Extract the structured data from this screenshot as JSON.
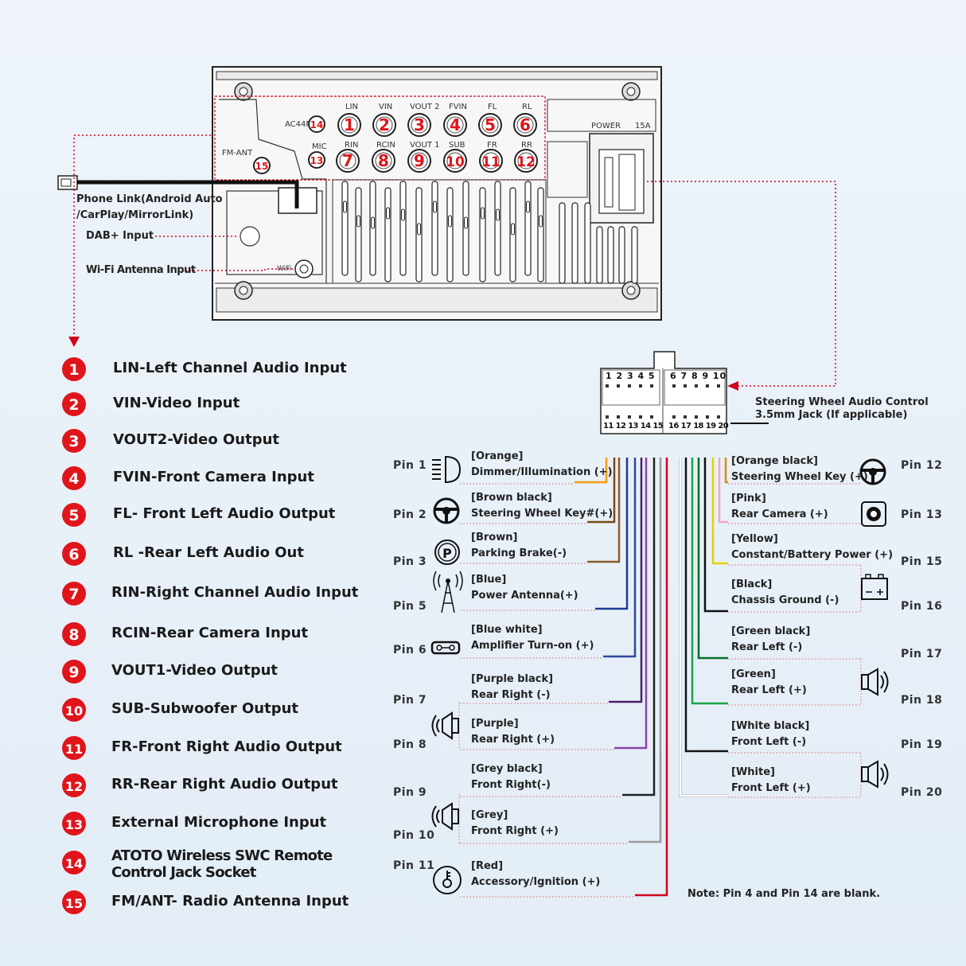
{
  "unit": {
    "lin": "LIN",
    "vin": "VIN",
    "vout2": "VOUT 2",
    "fvin": "FVIN",
    "fl": "FL",
    "rl": "RL",
    "rin": "RIN",
    "rcin": "RCIN",
    "vout1": "VOUT 1",
    "sub": "SUB",
    "fr": "FR",
    "rr": "RR",
    "ac44f": "AC44F",
    "mic": "MIC",
    "fm_ant": "FM-ANT",
    "power": "POWER",
    "fuse": "15A",
    "wifi": "WiFi"
  },
  "callouts": {
    "phone_link_1": "Phone Link(Android Auto",
    "phone_link_2": "/CarPlay/MirrorLink)",
    "dab": "DAB+ Input",
    "wifi_ant": "Wi-Fi Antenna Input",
    "swc_1": "Steering Wheel Audio Control",
    "swc_2": "3.5mm Jack (If applicable)"
  },
  "connector": {
    "top_left": "1 2 3 4 5",
    "top_right": "6 7 8 9 10",
    "bottom_left": "11 12 13 14 15",
    "bottom_right": "16 17 18 19 20"
  },
  "legend": [
    {
      "n": "1",
      "label": "LIN-Left Channel Audio Input"
    },
    {
      "n": "2",
      "label": "VIN-Video Input"
    },
    {
      "n": "3",
      "label": "VOUT2-Video Output"
    },
    {
      "n": "4",
      "label": "FVIN-Front Camera Input"
    },
    {
      "n": "5",
      "label": "FL- Front Left Audio Output"
    },
    {
      "n": "6",
      "label": "RL -Rear Left Audio Out"
    },
    {
      "n": "7",
      "label": "RIN-Right Channel Audio Input"
    },
    {
      "n": "8",
      "label": "RCIN-Rear Camera Input"
    },
    {
      "n": "9",
      "label": "VOUT1-Video Output"
    },
    {
      "n": "10",
      "label": "SUB-Subwoofer Output"
    },
    {
      "n": "11",
      "label": "FR-Front Right Audio Output"
    },
    {
      "n": "12",
      "label": "RR-Rear Right Audio Output"
    },
    {
      "n": "13",
      "label": "External Microphone Input"
    },
    {
      "n": "14",
      "label": "ATOTO Wireless SWC Remote",
      "label2": "Control Jack Socket"
    },
    {
      "n": "15",
      "label": "FM/ANT- Radio Antenna Input"
    }
  ],
  "pins_left": [
    {
      "pin": "Pin 1",
      "color_name": "[Orange]",
      "func": "Dimmer/Illumination (+)",
      "wire": "#f39c12",
      "icon": "headlight-icon"
    },
    {
      "pin": "Pin 2",
      "color_name": "[Brown black]",
      "func": "Steering Wheel Key#(+)",
      "wire": "#7a4a14",
      "icon": "steering-wheel-icon"
    },
    {
      "pin": "Pin 3",
      "color_name": "[Brown]",
      "func": "Parking Brake(-)",
      "wire": "#8b5a2b",
      "icon": "parking-brake-icon"
    },
    {
      "pin": "Pin 5",
      "color_name": "[Blue]",
      "func": "Power Antenna(+)",
      "wire": "#1f3a93",
      "icon": "antenna-icon"
    },
    {
      "pin": "Pin 6",
      "color_name": "[Blue white]",
      "func": "Amplifier Turn-on (+)",
      "wire": "#2c4a9a",
      "icon": "amplifier-icon"
    },
    {
      "pin": "Pin 7",
      "color_name": "[Purple black]",
      "func": "Rear Right (-)",
      "wire": "#4b1e6e",
      "icon": ""
    },
    {
      "pin": "Pin 8",
      "color_name": "[Purple]",
      "func": "Rear Right (+)",
      "wire": "#8e44ad",
      "icon": "speaker-icon"
    },
    {
      "pin": "Pin 9",
      "color_name": "[Grey black]",
      "func": "Front Right(-)",
      "wire": "#222222",
      "icon": ""
    },
    {
      "pin": "Pin 10",
      "color_name": "[Grey]",
      "func": "Front Right (+)",
      "wire": "#9a9a9a",
      "icon": "speaker-icon"
    },
    {
      "pin": "Pin 11",
      "color_name": "[Red]",
      "func": "Accessory/Ignition (+)",
      "wire": "#d0021b",
      "icon": "ignition-key-icon"
    }
  ],
  "pins_right": [
    {
      "pin": "Pin 12",
      "color_name": "[Orange black]",
      "func": "Steering Wheel Key (+)",
      "wire": "#e08a00",
      "icon": "steering-wheel-icon"
    },
    {
      "pin": "Pin 13",
      "color_name": "[Pink]",
      "func": "Rear Camera (+)",
      "wire": "#f4a6c0",
      "icon": "camera-icon"
    },
    {
      "pin": "Pin 15",
      "color_name": "[Yellow]",
      "func": "Constant/Battery Power (+)",
      "wire": "#e6d200",
      "icon": ""
    },
    {
      "pin": "Pin 16",
      "color_name": "[Black]",
      "func": "Chassis Ground (-)",
      "wire": "#111111",
      "icon": "battery-icon"
    },
    {
      "pin": "Pin 17",
      "color_name": "[Green black]",
      "func": "Rear Left (-)",
      "wire": "#0a6b2a",
      "icon": ""
    },
    {
      "pin": "Pin 18",
      "color_name": "[Green]",
      "func": "Rear Left (+)",
      "wire": "#1aa34a",
      "icon": "speaker-icon"
    },
    {
      "pin": "Pin 19",
      "color_name": "[White black]",
      "func": "Front Left (-)",
      "wire": "#111111",
      "icon": ""
    },
    {
      "pin": "Pin 20",
      "color_name": "[White]",
      "func": "Front Left (+)",
      "wire": "#ffffff",
      "icon": "speaker-icon"
    }
  ],
  "note": "Note: Pin 4 and Pin 14 are blank.",
  "accent": "#e0151b"
}
